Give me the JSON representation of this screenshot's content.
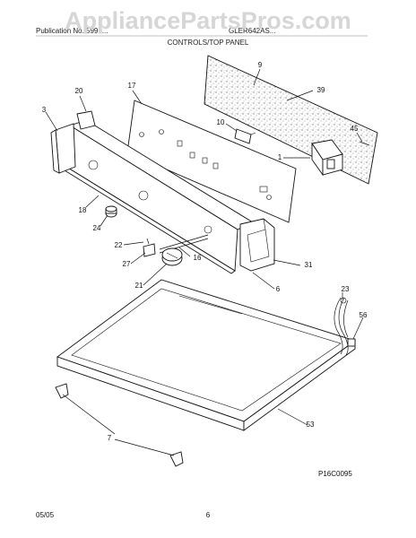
{
  "watermark": "AppliancePartsPros.com",
  "header": {
    "left": "Publication No. 5995...",
    "right": "GLER642AS...",
    "section_title": "CONTROLS/TOP PANEL"
  },
  "callouts": [
    {
      "id": "c9",
      "text": "9"
    },
    {
      "id": "c39",
      "text": "39"
    },
    {
      "id": "c20",
      "text": "20"
    },
    {
      "id": "c17",
      "text": "17"
    },
    {
      "id": "c3",
      "text": "3"
    },
    {
      "id": "c10",
      "text": "10"
    },
    {
      "id": "c45",
      "text": "45"
    },
    {
      "id": "c1",
      "text": "1"
    },
    {
      "id": "c18",
      "text": "18"
    },
    {
      "id": "c24",
      "text": "24"
    },
    {
      "id": "c22",
      "text": "22"
    },
    {
      "id": "c16",
      "text": "16"
    },
    {
      "id": "c31",
      "text": "31"
    },
    {
      "id": "c27",
      "text": "27"
    },
    {
      "id": "c21",
      "text": "21"
    },
    {
      "id": "c6",
      "text": "6"
    },
    {
      "id": "c23",
      "text": "23"
    },
    {
      "id": "c56",
      "text": "56"
    },
    {
      "id": "c53",
      "text": "53"
    },
    {
      "id": "c7",
      "text": "7"
    }
  ],
  "figure_code": "P16C0095",
  "footer": {
    "date": "05/05",
    "page": "6"
  }
}
